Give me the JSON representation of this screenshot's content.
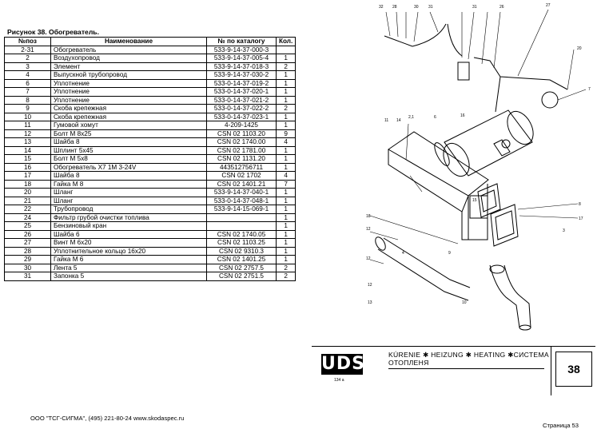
{
  "caption": "Рисунок 38.   Обогреватель.",
  "table": {
    "headers": [
      "№поз",
      "Наименование",
      "№ по каталогу",
      "Кол."
    ],
    "rows": [
      [
        "2-31",
        "Обогреватель",
        "533-9-14-37-000-3",
        ""
      ],
      [
        "2",
        "Воздухопровод",
        "533-9-14-37-005-4",
        "1"
      ],
      [
        "3",
        "Элемент",
        "533-9-14-37-018-3",
        "2"
      ],
      [
        "4",
        "Выпускной трубопровод",
        "533-9-14-37-030-2",
        "1"
      ],
      [
        "6",
        "Уплотнение",
        "533-0-14-37-019-2",
        "1"
      ],
      [
        "7",
        "Уплотнение",
        "533-0-14-37-020-1",
        "1"
      ],
      [
        "8",
        "Уплотнение",
        "533-0-14-37-021-2",
        "1"
      ],
      [
        "9",
        "Скоба крепежная",
        "533-0-14-37-022-2",
        "2"
      ],
      [
        "10",
        "Скоба крепежная",
        "533-0-14-37-023-1",
        "1"
      ],
      [
        "11",
        "Гумовой хомут",
        "4-209-1425",
        "1"
      ],
      [
        "12",
        "Болт М 8x25",
        "CSN 02 1103.20",
        "9"
      ],
      [
        "13",
        "Шайба 8",
        "CSN 02 1740.00",
        "4"
      ],
      [
        "14",
        "Шплинт 5x45",
        "CSN 02 1781.00",
        "1"
      ],
      [
        "15",
        "Болт М 5x8",
        "CSN 02 1131.20",
        "1"
      ],
      [
        "16",
        "Обогреватель X7  1M 3-24V",
        "443512756711",
        "1"
      ],
      [
        "17",
        "Шайба 8",
        "CSN 02 1702",
        "4"
      ],
      [
        "18",
        "Гайка М 8",
        "CSN 02 1401.21",
        "7"
      ],
      [
        "20",
        "Шланг",
        "533-9-14-37-040-1",
        "1"
      ],
      [
        "21",
        "Шланг",
        "533-0-14-37-048-1",
        "1"
      ],
      [
        "22",
        "Трубопровод",
        "533-9-14-15-069-1",
        "1"
      ],
      [
        "24",
        "Фильтр грубой очистки топлива",
        "",
        "1"
      ],
      [
        "25",
        "Бензиновый кран",
        "",
        "1"
      ],
      [
        "26",
        "Шайба 6",
        "CSN 02 1740.05",
        "1"
      ],
      [
        "27",
        "Винт М 6x20",
        "CSN 02 1103.25",
        "1"
      ],
      [
        "28",
        "Уплотнительное кольцо 16x20",
        "CSN  02  9310.3",
        "1"
      ],
      [
        "29",
        "Гайка М 6",
        "CSN 02 1401.25",
        "1"
      ],
      [
        "30",
        "Лента 5",
        "CSN 02 2757.5",
        "2"
      ],
      [
        "31",
        "Запонка 5",
        "CSN 02 2751.5",
        "2"
      ]
    ]
  },
  "drawing": {
    "top_callouts": [
      "32",
      "28",
      "30",
      "31",
      "31",
      "26",
      "27"
    ],
    "side_callouts": [
      "20",
      "7",
      "11",
      "14",
      "2,1",
      "6",
      "16",
      "15",
      "8",
      "17",
      "18",
      "12",
      "3",
      "12",
      "9",
      "10",
      "4",
      "12",
      "13"
    ]
  },
  "title_block": {
    "logo": "UDS",
    "logo_sub": "134 a",
    "heading_line1": "KÚRENIE ✱ HEIZUNG ✱ HEATING ✱СИСТЕМА",
    "heading_line2": "ОТОПЛЕНЯ",
    "page_box": "38"
  },
  "footer": {
    "left": "ООО \"ТСГ-СИГМА\", (495) 221-80-24 www.skodaspec.ru",
    "right": "Страница 53"
  }
}
